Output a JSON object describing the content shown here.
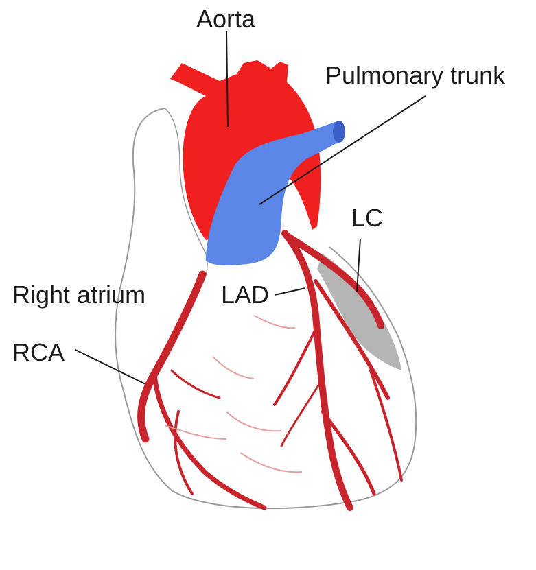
{
  "labels": {
    "aorta": "Aorta",
    "pulmonary_trunk": "Pulmonary trunk",
    "lc": "LC",
    "lad": "LAD",
    "right_atrium": "Right atrium",
    "rca": "RCA"
  },
  "colors": {
    "aorta": "#f02020",
    "pulmonary_trunk": "#5b86e8",
    "coronary": "#c8242c",
    "outline": "#9a9a9a",
    "label_text": "#1a1a1a",
    "lc_segment": "#a8a8a8"
  }
}
